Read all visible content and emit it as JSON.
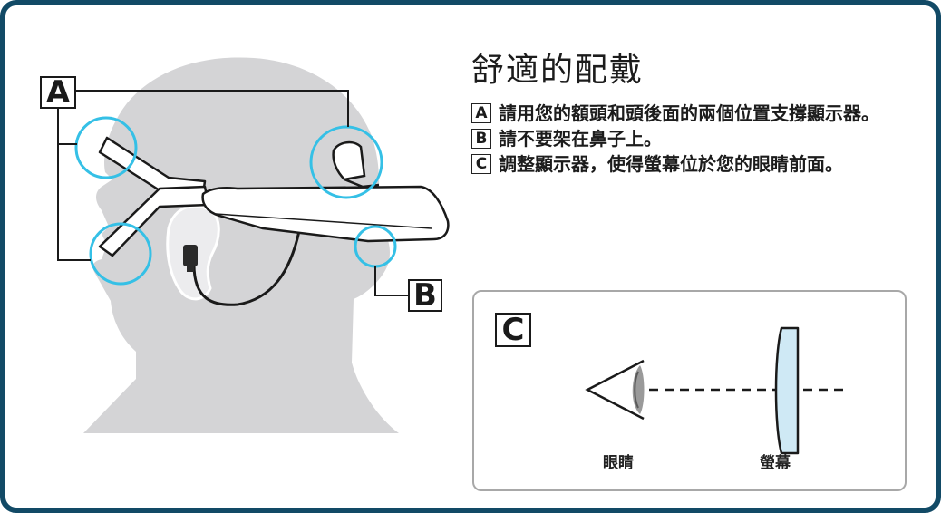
{
  "title": "舒適的配戴",
  "instructions": [
    {
      "letter": "A",
      "text": "請用您的額頭和頭後面的兩個位置支撐顯示器。"
    },
    {
      "letter": "B",
      "text": "請不要架在鼻子上。"
    },
    {
      "letter": "C",
      "text": "調整顯示器，使得螢幕位於您的眼睛前面。"
    }
  ],
  "labels": {
    "a": "A",
    "b": "B",
    "c": "C"
  },
  "diagram_c": {
    "eye_caption": "眼睛",
    "screen_caption": "螢幕"
  },
  "colors": {
    "frame": "#124a66",
    "highlight_circle": "#35c0e6",
    "silhouette": "#d4d4d6",
    "screen_fill": "#cfe9f5"
  }
}
